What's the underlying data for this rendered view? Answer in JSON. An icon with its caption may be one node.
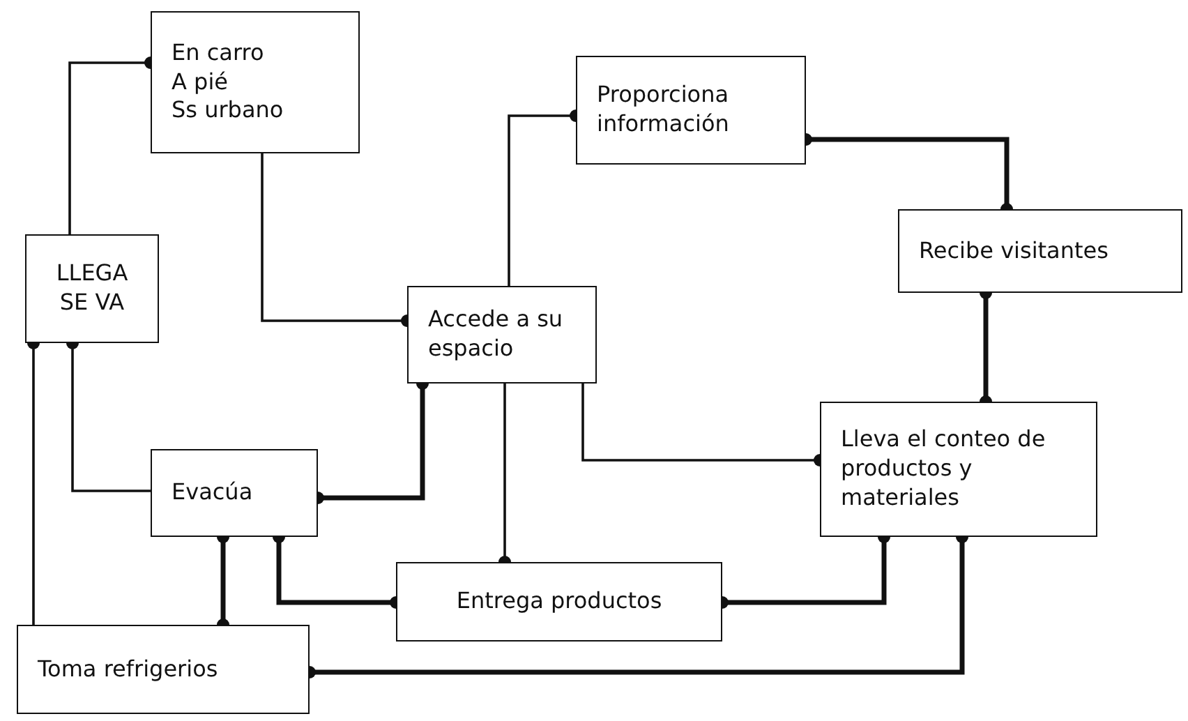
{
  "diagram": {
    "nodes": [
      {
        "text": [
          "En carro",
          "A pié",
          "Ss urbano"
        ]
      },
      {
        "text": [
          "LLEGA",
          "SE VA"
        ]
      },
      {
        "text": [
          "Proporciona información"
        ]
      },
      {
        "text": [
          "Recibe visitantes"
        ]
      },
      {
        "text": [
          "Accede a su espacio"
        ]
      },
      {
        "text": [
          "Evacúa"
        ]
      },
      {
        "text": [
          "Lleva el conteo de productos y materiales"
        ]
      },
      {
        "text": [
          "Entrega productos"
        ]
      },
      {
        "text": [
          "Toma refrigerios"
        ]
      }
    ],
    "edges": [
      {
        "from": 1,
        "to": 0,
        "arrow": "other"
      },
      {
        "from": 0,
        "to": 4,
        "arrow": "other"
      },
      {
        "from": 4,
        "to": 2,
        "arrow": "other"
      },
      {
        "from": 2,
        "to": 3,
        "arrow": "other",
        "style": "thick"
      },
      {
        "from": 3,
        "to": 6,
        "arrow": "other",
        "style": "thick"
      },
      {
        "from": 4,
        "to": 6,
        "arrow": "other"
      },
      {
        "from": 4,
        "to": 7,
        "arrow": "other"
      },
      {
        "from": 5,
        "to": 1,
        "arrow": "other"
      },
      {
        "from": 8,
        "to": 1,
        "arrow": "other"
      },
      {
        "from": 5,
        "to": 4,
        "arrow": "other",
        "style": "thick"
      },
      {
        "from": 5,
        "to": 8,
        "arrow": "other",
        "style": "thick"
      },
      {
        "from": 5,
        "to": 7,
        "arrow": "other",
        "style": "thick"
      },
      {
        "from": 7,
        "to": 6,
        "arrow": "other",
        "style": "thick"
      },
      {
        "from": 8,
        "to": 6,
        "arrow": "other",
        "style": "thick"
      }
    ]
  }
}
